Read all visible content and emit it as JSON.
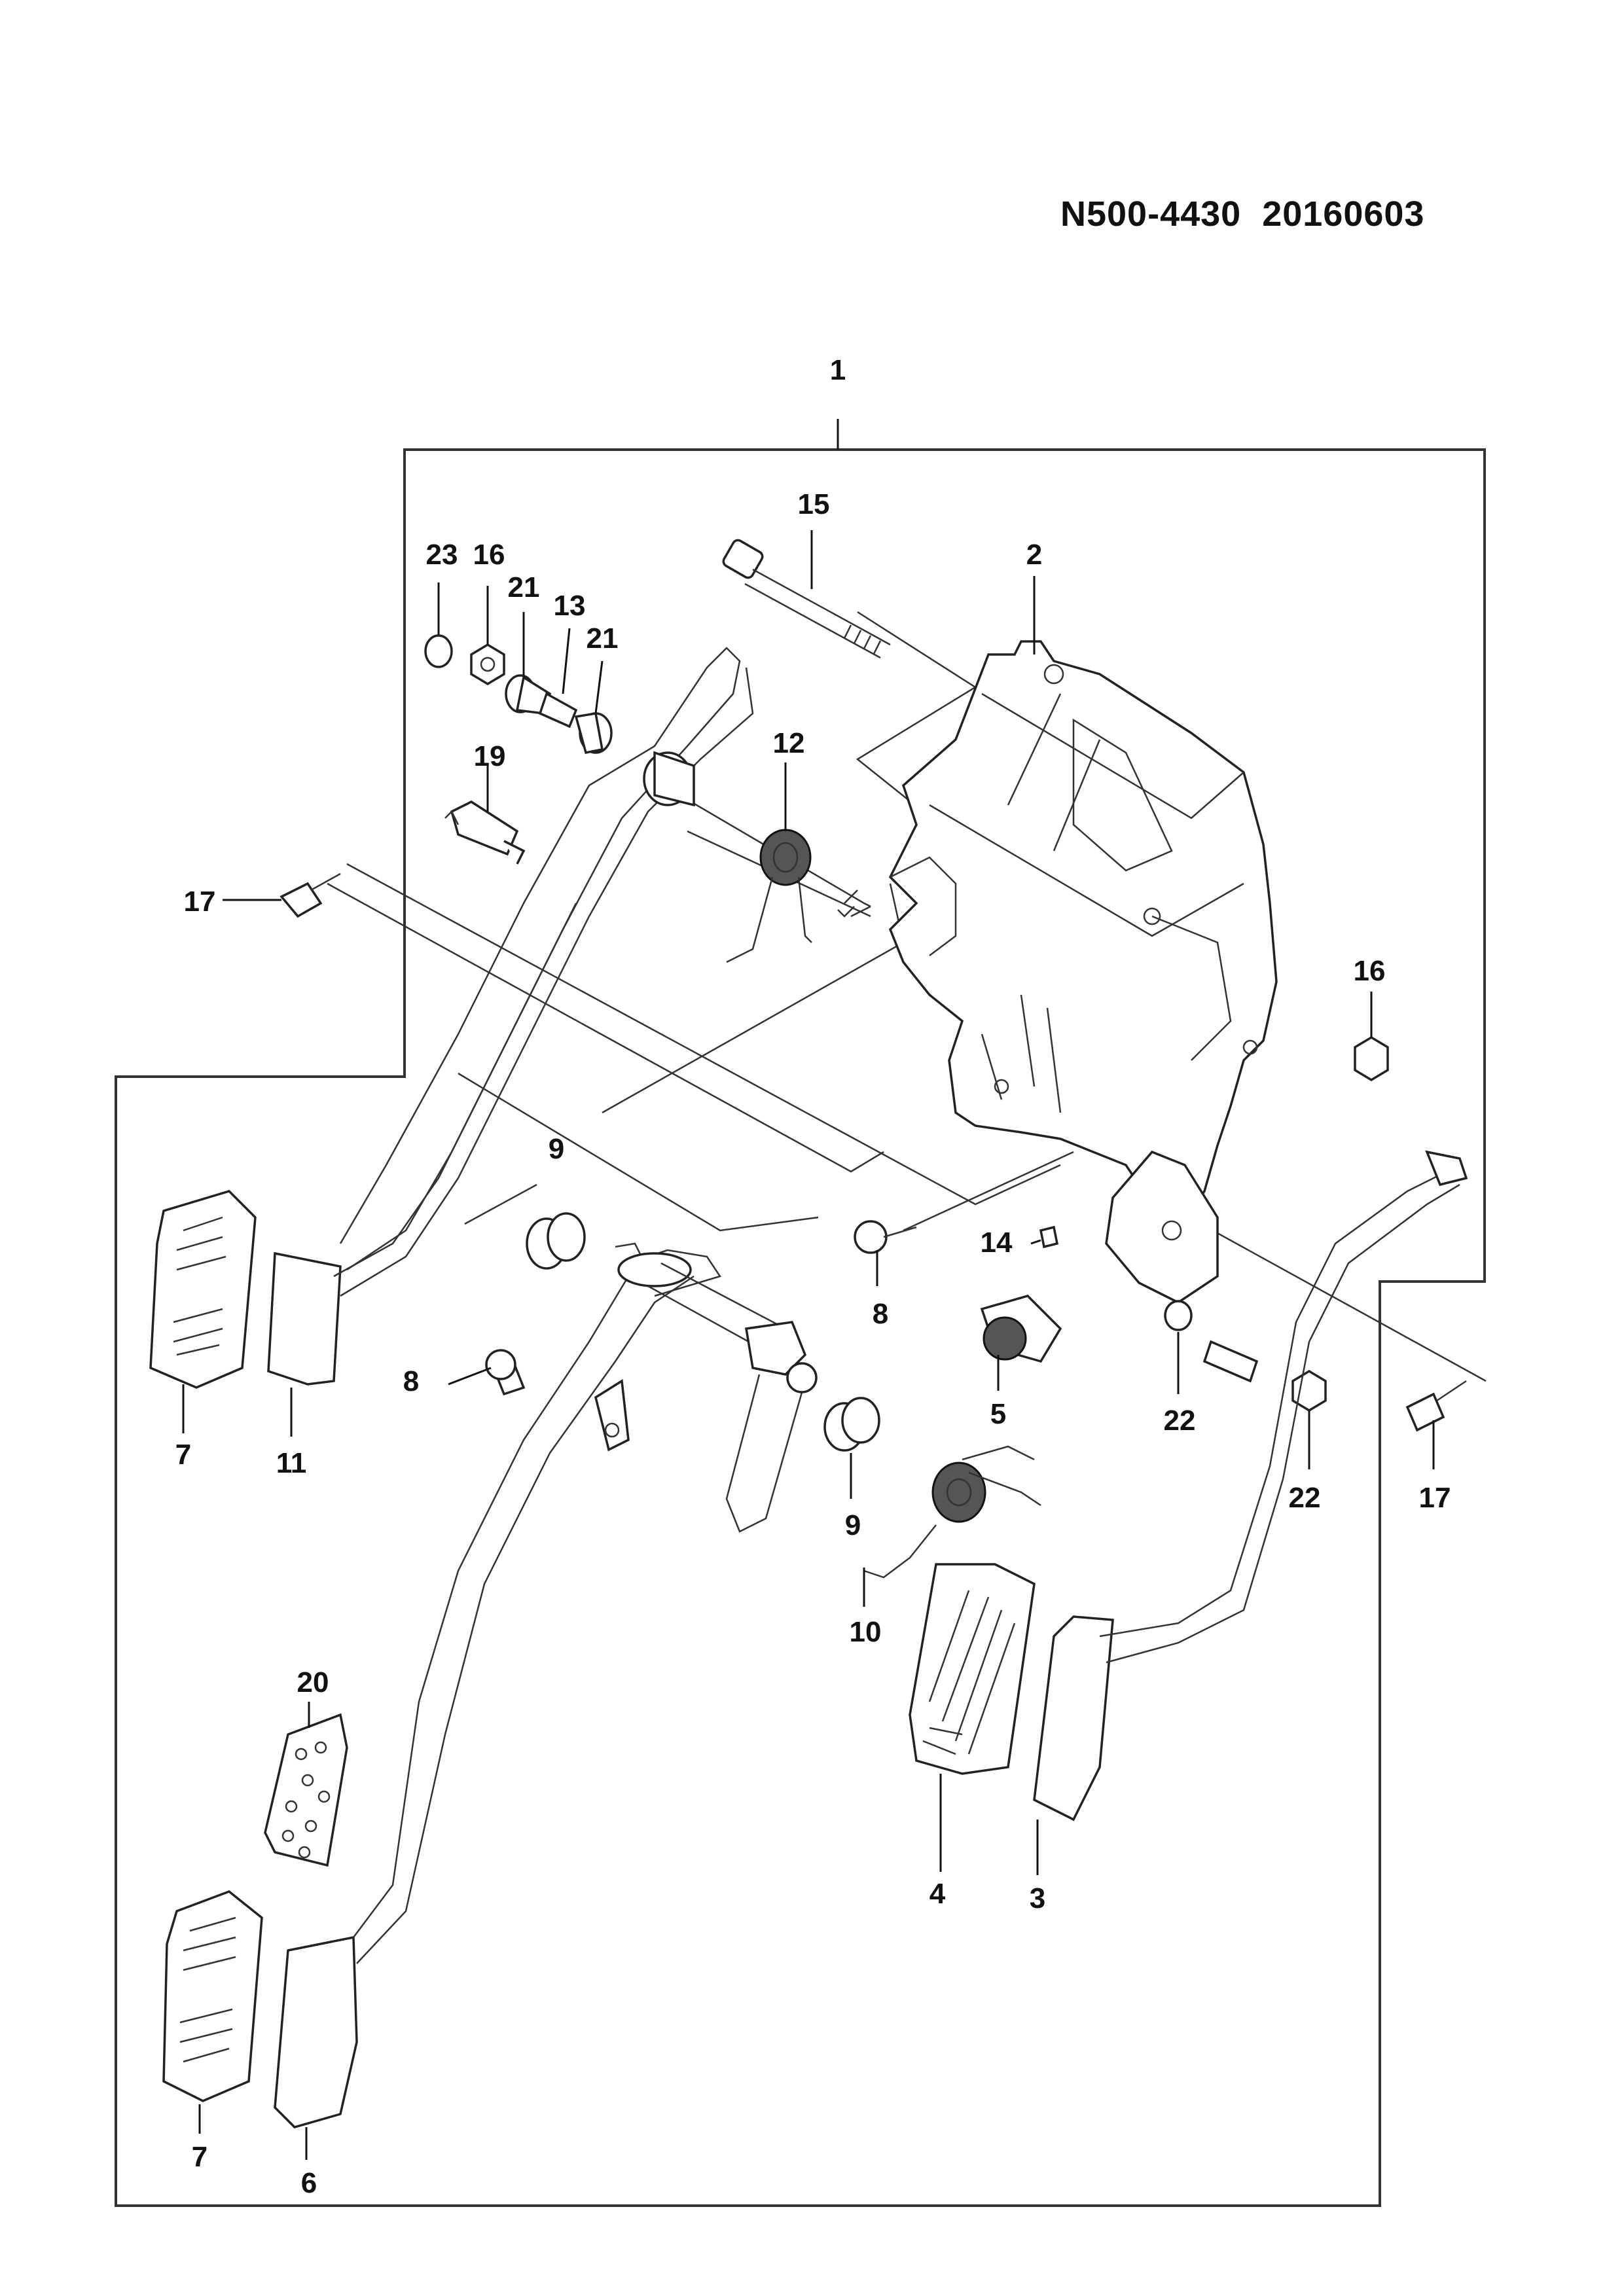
{
  "header": {
    "doc_id": "N500-4430  20160603"
  },
  "callouts": [
    {
      "id": "c1",
      "number": "1"
    },
    {
      "id": "c2",
      "number": "2"
    },
    {
      "id": "c3",
      "number": "3"
    },
    {
      "id": "c4",
      "number": "4"
    },
    {
      "id": "c5",
      "number": "5"
    },
    {
      "id": "c6",
      "number": "6"
    },
    {
      "id": "c7a",
      "number": "7"
    },
    {
      "id": "c7b",
      "number": "7"
    },
    {
      "id": "c8a",
      "number": "8"
    },
    {
      "id": "c8b",
      "number": "8"
    },
    {
      "id": "c9a",
      "number": "9"
    },
    {
      "id": "c9b",
      "number": "9"
    },
    {
      "id": "c10",
      "number": "10"
    },
    {
      "id": "c11",
      "number": "11"
    },
    {
      "id": "c12",
      "number": "12"
    },
    {
      "id": "c13",
      "number": "13"
    },
    {
      "id": "c14",
      "number": "14"
    },
    {
      "id": "c15",
      "number": "15"
    },
    {
      "id": "c16a",
      "number": "16"
    },
    {
      "id": "c16b",
      "number": "16"
    },
    {
      "id": "c17a",
      "number": "17"
    },
    {
      "id": "c17b",
      "number": "17"
    },
    {
      "id": "c19",
      "number": "19"
    },
    {
      "id": "c20",
      "number": "20"
    },
    {
      "id": "c21a",
      "number": "21"
    },
    {
      "id": "c21b",
      "number": "21"
    },
    {
      "id": "c22a",
      "number": "22"
    },
    {
      "id": "c22b",
      "number": "22"
    },
    {
      "id": "c23",
      "number": "23"
    }
  ]
}
